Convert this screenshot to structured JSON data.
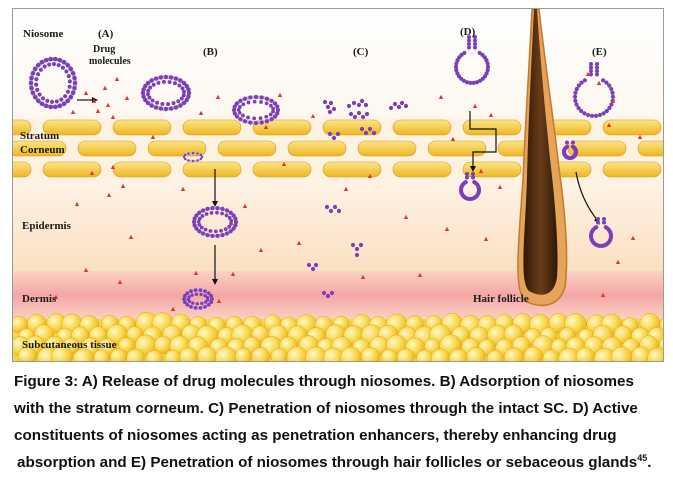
{
  "figure": {
    "labels": {
      "niosome": "Niosome",
      "drug_molecules_line1": "Drug",
      "drug_molecules_line2": "molecules",
      "stratum_corneum_line1": "Stratum",
      "stratum_corneum_line2": "Corneum",
      "epidermis": "Epidermis",
      "dermis": "Dermis",
      "subcutaneous_tissue": "Subcutaneous tissue",
      "hair_follicle": "Hair follicle"
    },
    "panels": [
      "(A)",
      "(B)",
      "(C)",
      "(D)",
      "(E)"
    ],
    "colors": {
      "vesicle": "#7b3fb8",
      "drug": "#e0392b",
      "corneocyte": "#f2c12e",
      "epidermis": "#fcebd5",
      "dermis": "#f6b3b3",
      "subcutaneous": "#f7d548",
      "hair": "#4a2a12"
    }
  },
  "caption": {
    "line1": "Figure 3: A) Release of drug molecules through niosomes. B) Adsorption of niosomes",
    "line2": "with the stratum corneum. C) Penetration of niosomes through the intact SC. D) Active",
    "line3": "constituents of niosomes acting as penetration enhancers, thereby enhancing drug",
    "line4": "absorption and E) Penetration of niosomes through hair follicles or sebaceous glands",
    "reference": "45",
    "end": "."
  }
}
